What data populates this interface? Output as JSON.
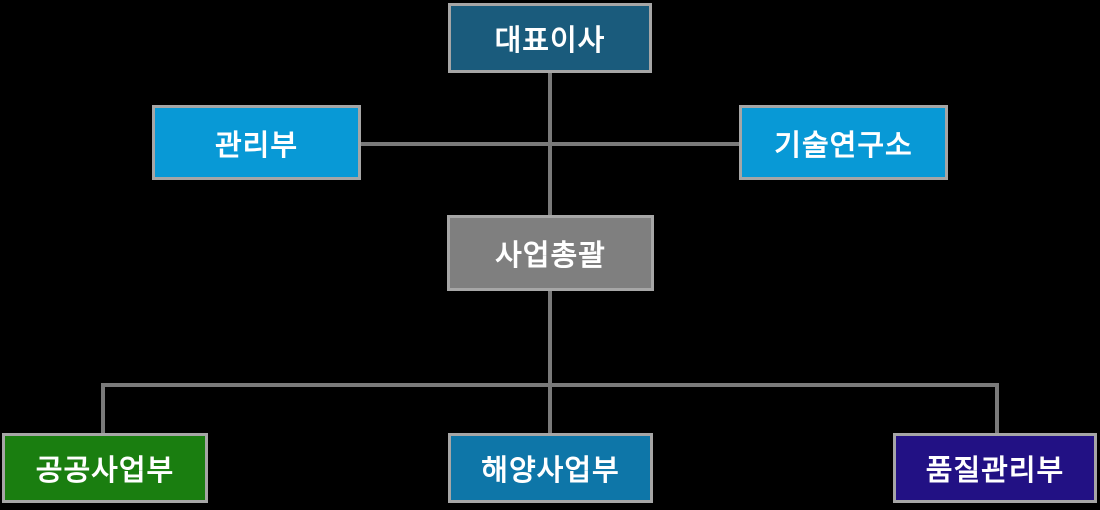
{
  "colors": {
    "background": "#000000",
    "border": "#A6A6A6",
    "connector": "#7A7A7A",
    "text": "#FFFFFF"
  },
  "nodes": {
    "ceo": {
      "label": "대표이사",
      "fill": "#1A5B7C"
    },
    "management": {
      "label": "관리부",
      "fill": "#0899D6"
    },
    "tech_research": {
      "label": "기술연구소",
      "fill": "#0899D6"
    },
    "business_general": {
      "label": "사업총괄",
      "fill": "#7F7F7F"
    },
    "public_business": {
      "label": "공공사업부",
      "fill": "#1A7E10"
    },
    "marine_business": {
      "label": "해양사업부",
      "fill": "#0E76A8"
    },
    "quality_management": {
      "label": "품질관리부",
      "fill": "#221184"
    }
  },
  "edges": [
    {
      "from": "ceo",
      "to": "management"
    },
    {
      "from": "ceo",
      "to": "tech_research"
    },
    {
      "from": "ceo",
      "to": "business_general"
    },
    {
      "from": "business_general",
      "to": "public_business"
    },
    {
      "from": "business_general",
      "to": "marine_business"
    },
    {
      "from": "business_general",
      "to": "quality_management"
    }
  ]
}
